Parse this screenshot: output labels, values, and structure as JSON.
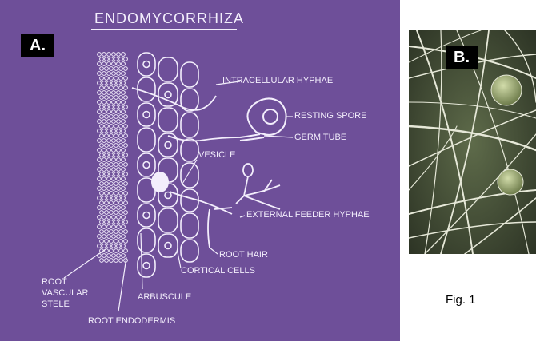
{
  "panel_a": {
    "label": "A.",
    "title": "ENDOMYCORRHIZA",
    "background": "#6e4f99",
    "ink": "#f3eefc",
    "labels": {
      "intracellular_hyphae": "INTRACELLULAR HYPHAE",
      "resting_spore": "RESTING SPORE",
      "germ_tube": "GERM TUBE",
      "vesicle": "VESICLE",
      "external_feeder_hyphae": "EXTERNAL FEEDER HYPHAE",
      "root_hair": "ROOT HAIR",
      "cortical_cells": "CORTICAL CELLS",
      "root_vascular_stele": [
        "ROOT",
        "VASCULAR",
        "STELE"
      ],
      "arbuscule": "ARBUSCULE",
      "root_endodermis": "ROOT ENDODERMIS"
    }
  },
  "panel_b": {
    "label": "B."
  },
  "caption": "Fig. 1"
}
